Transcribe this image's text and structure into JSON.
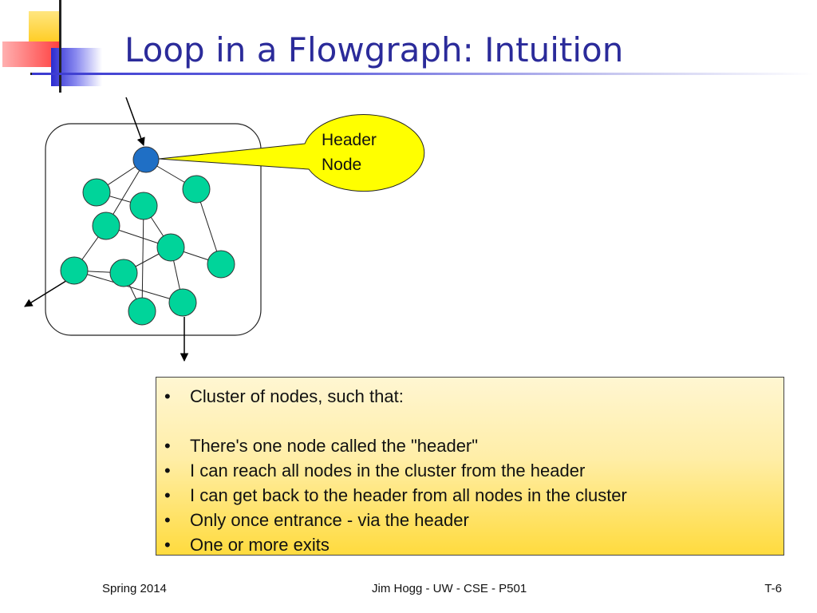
{
  "slide": {
    "title": "Loop in a Flowgraph: Intuition"
  },
  "callout": {
    "line1": "Header",
    "line2": "Node"
  },
  "bullets": [
    "Cluster of nodes, such that:",
    "",
    "There's one node called the \"header\"",
    "I can reach all nodes in the cluster from the header",
    "I can get back to the header from all nodes in the cluster",
    "Only once entrance - via the header",
    "One or more exits"
  ],
  "bullet_symbol": "•",
  "footer": {
    "left": "Spring 2014",
    "center": "Jim Hogg - UW - CSE - P501",
    "right": "T-6"
  },
  "colors": {
    "title": "#2b2b9a",
    "header_node": "#1f6fc5",
    "node": "#00d49a",
    "callout": "#ffff00",
    "box_top": "#fff6d2",
    "box_bottom": "#ffdb3e"
  }
}
